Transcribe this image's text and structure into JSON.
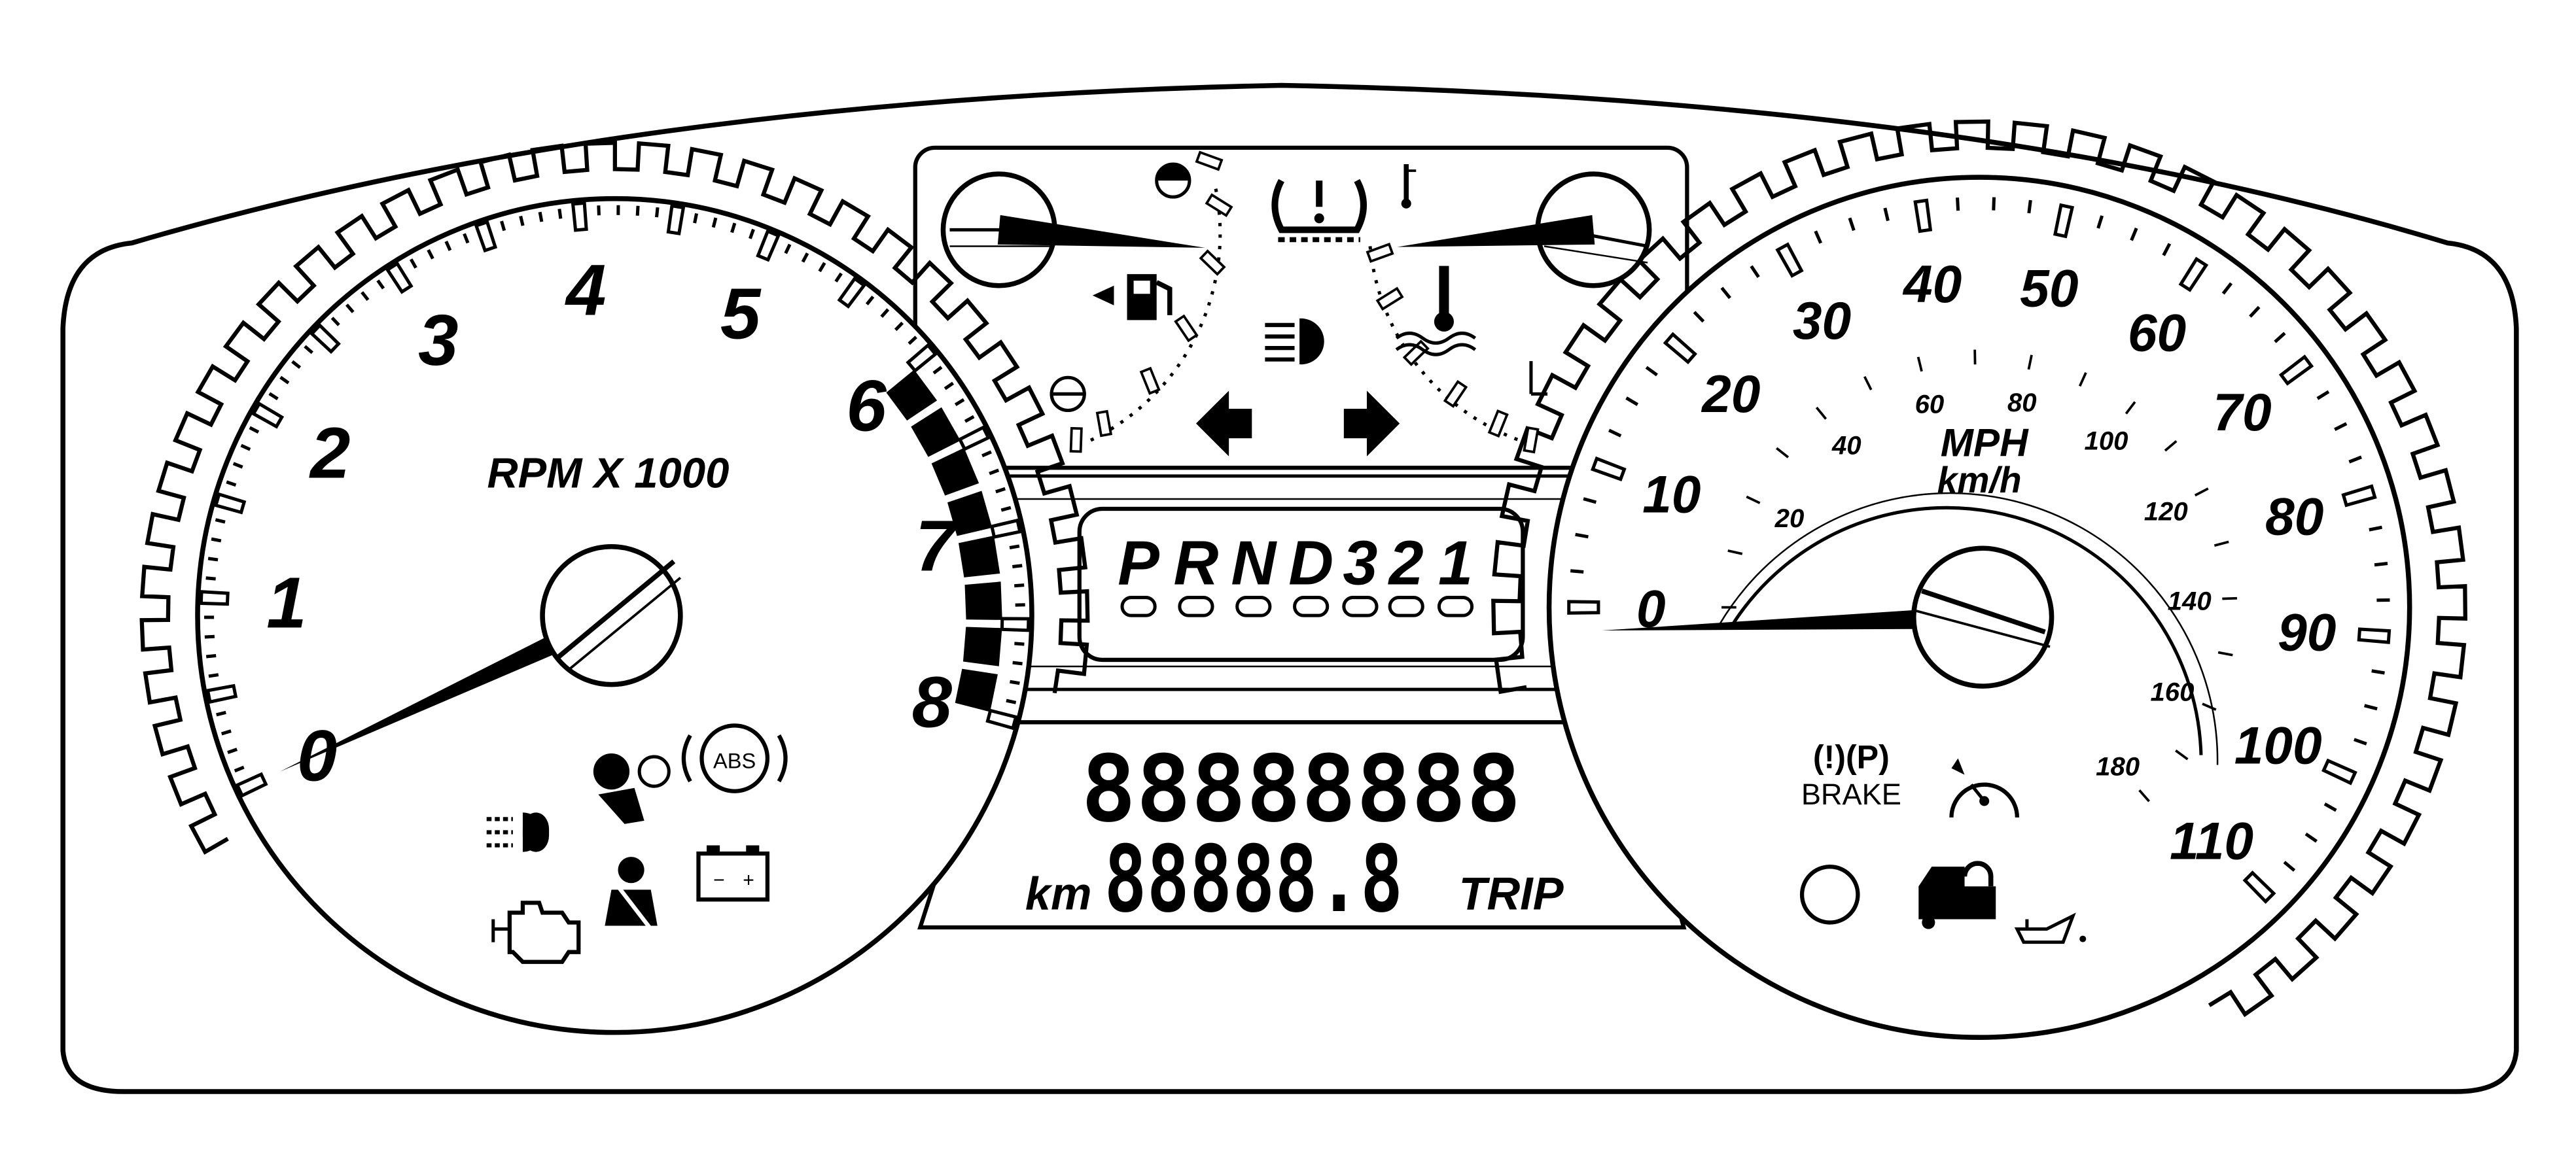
{
  "tachometer": {
    "label": "RPM X 1000",
    "min": 0,
    "max": 8,
    "labels": [
      "0",
      "1",
      "2",
      "3",
      "4",
      "5",
      "6",
      "7",
      "8"
    ],
    "redline_start": 6,
    "needle_value": 0
  },
  "speedometer": {
    "unit_label_primary": "MPH",
    "unit_label_secondary": "km/h",
    "mph_labels": [
      "0",
      "10",
      "20",
      "30",
      "40",
      "50",
      "60",
      "70",
      "80",
      "90",
      "100",
      "110"
    ],
    "kmh_labels": [
      "20",
      "40",
      "60",
      "80",
      "100",
      "120",
      "140",
      "160",
      "180"
    ],
    "needle_value_mph": 0
  },
  "fuel_gauge": {
    "level": 0.85
  },
  "temp_gauge": {
    "level": 0.85
  },
  "prndl": {
    "letters": [
      "P",
      "R",
      "N",
      "D",
      "3",
      "2",
      "1"
    ]
  },
  "odometer": {
    "top_display": "88888888",
    "bottom_display": "88888.8",
    "unit_label": "km",
    "trip_label": "TRIP"
  },
  "indicators": {
    "abs_text": "ABS",
    "brake_text": "BRAKE",
    "brake_symbols": "(!)(P)",
    "battery_minus": "−",
    "battery_plus": "+"
  },
  "colors": {
    "ink": "#000000",
    "paper": "#ffffff"
  }
}
